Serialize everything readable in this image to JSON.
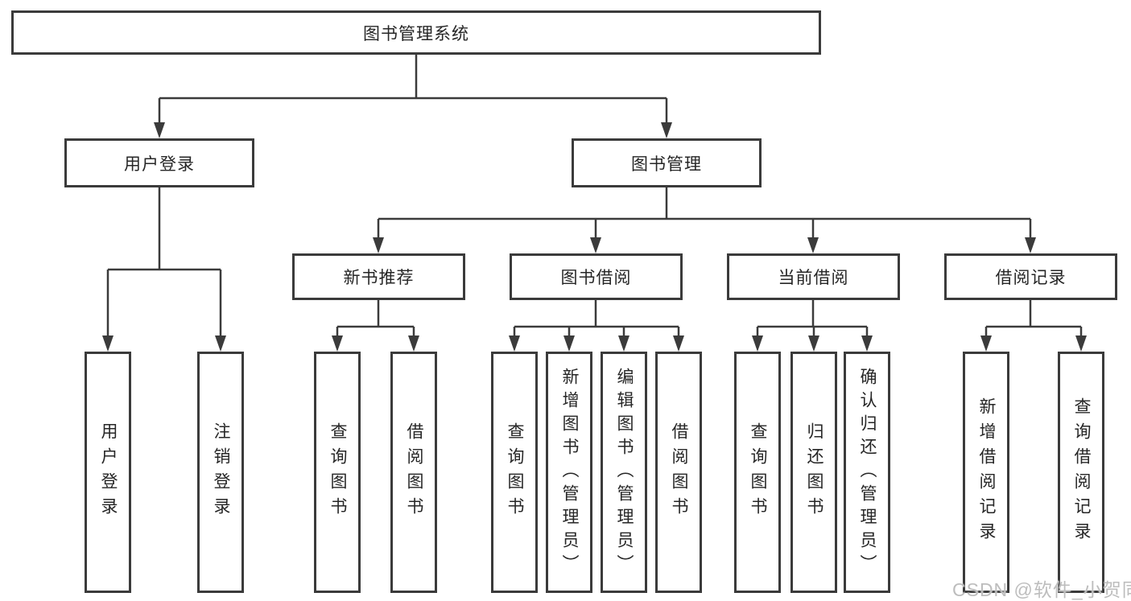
{
  "diagram": {
    "title": "图书管理系统",
    "tree": {
      "label": "图书管理系统",
      "children": [
        {
          "label": "用户登录",
          "children": [
            {
              "label": "用户登录"
            },
            {
              "label": "注销登录"
            }
          ]
        },
        {
          "label": "图书管理",
          "children": [
            {
              "label": "新书推荐",
              "children": [
                {
                  "label": "查询图书"
                },
                {
                  "label": "借阅图书"
                }
              ]
            },
            {
              "label": "图书借阅",
              "children": [
                {
                  "label": "查询图书"
                },
                {
                  "label": "新增图书（管理员）"
                },
                {
                  "label": "编辑图书（管理员）"
                },
                {
                  "label": "借阅图书"
                }
              ]
            },
            {
              "label": "当前借阅",
              "children": [
                {
                  "label": "查询图书"
                },
                {
                  "label": "归还图书"
                },
                {
                  "label": "确认归还（管理员）"
                }
              ]
            },
            {
              "label": "借阅记录",
              "children": [
                {
                  "label": "新增借阅记录"
                },
                {
                  "label": "查询借阅记录"
                }
              ]
            }
          ]
        }
      ]
    },
    "colors": {
      "line": "#3b3b3b",
      "text": "#262626",
      "background": "#ffffff",
      "watermark": "#bdbdbd"
    }
  },
  "watermark": {
    "text": "CSDN @软件_小贺同学"
  }
}
